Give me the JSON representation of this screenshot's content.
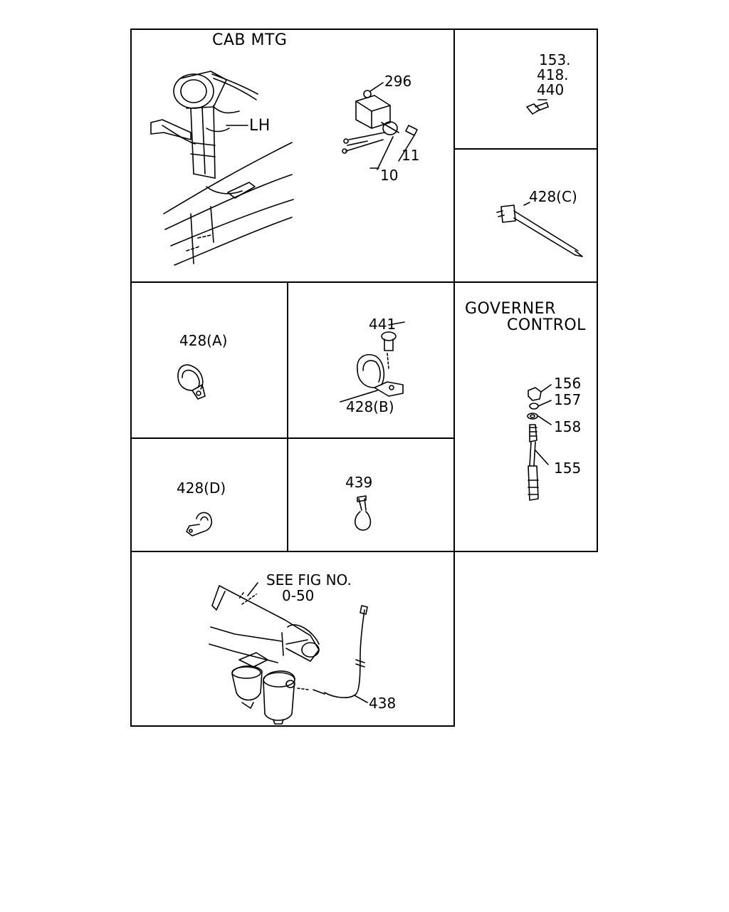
{
  "panels": {
    "cab_mtg": {
      "title": "CAB MTG",
      "side": "LH",
      "callouts": [
        "296",
        "11",
        "10"
      ]
    },
    "top_right": {
      "callout_lines": [
        "153.",
        "418.",
        "440"
      ]
    },
    "mid_right": {
      "callout": "428(C)"
    },
    "clamp_a": {
      "callout": "428(A)"
    },
    "clamp_b": {
      "callouts": [
        "441",
        "428(B)"
      ]
    },
    "governer": {
      "title_line1": "GOVERNER",
      "title_line2": "CONTROL",
      "callouts": [
        "156",
        "157",
        "158",
        "155"
      ]
    },
    "clamp_d": {
      "callout": "428(D)"
    },
    "tie": {
      "callout": "439"
    },
    "filter": {
      "see_line1": "SEE FIG NO.",
      "see_line2": "0-50",
      "callout": "438"
    }
  },
  "colors": {
    "line": "#000000",
    "background": "#ffffff"
  }
}
